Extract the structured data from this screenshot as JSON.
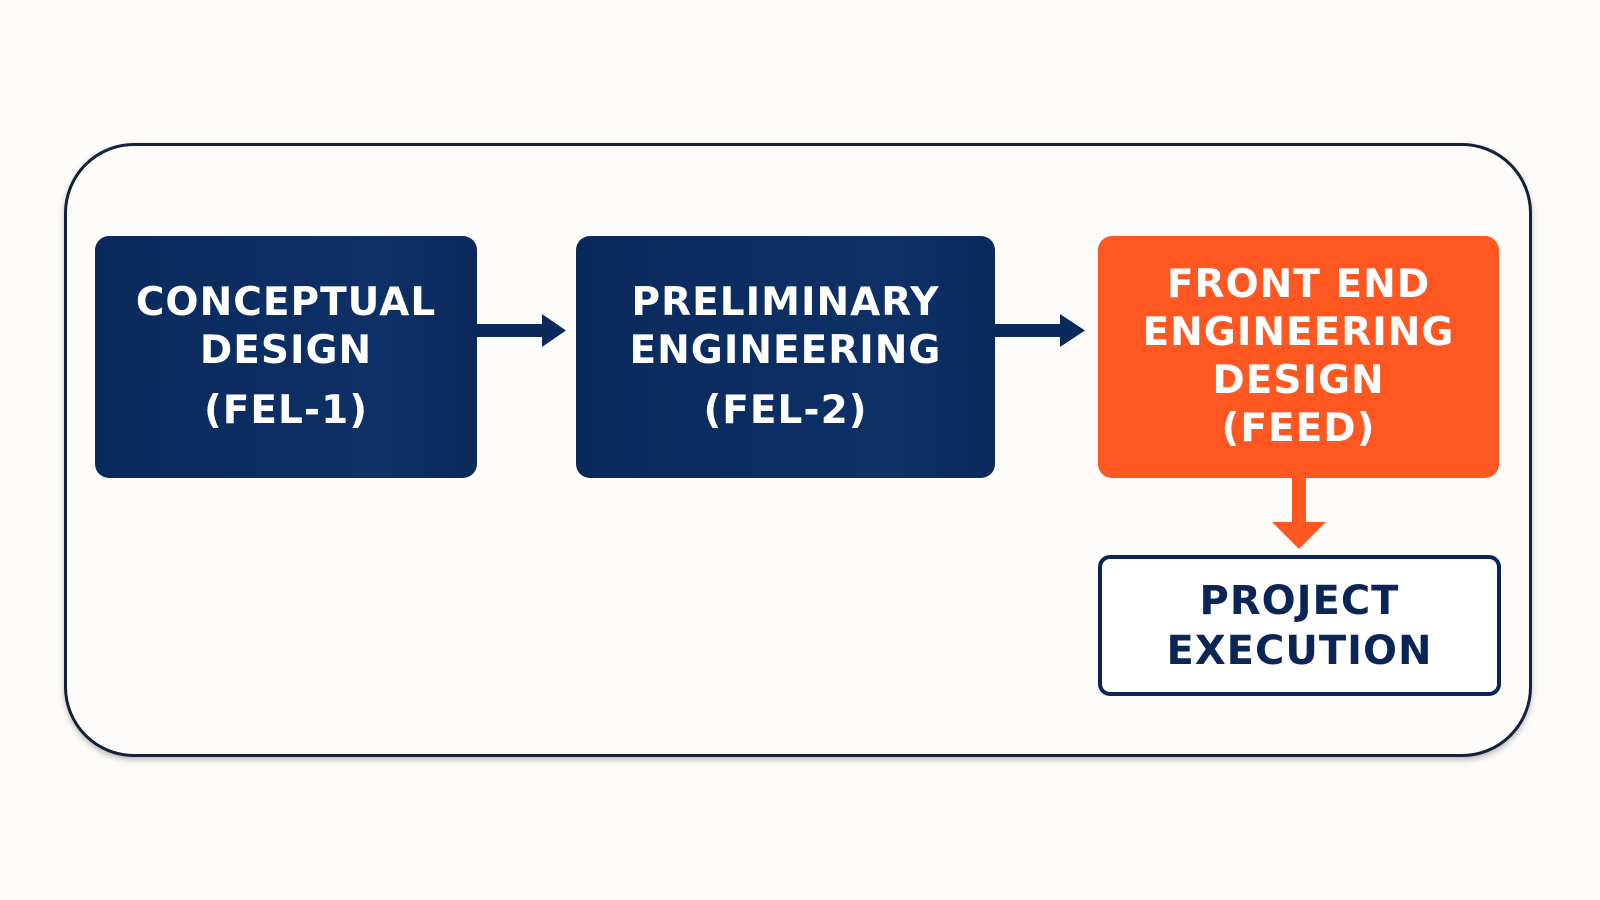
{
  "diagram": {
    "stages": [
      {
        "id": "fel1",
        "name": "CONCEPTUAL\nDESIGN",
        "code": "(FEL-1)"
      },
      {
        "id": "fel2",
        "name": "PRELIMINARY\nENGINEERING",
        "code": "(FEL-2)"
      },
      {
        "id": "feed",
        "name": "FRONT END\nENGINEERING\nDESIGN",
        "code": "(FEED)"
      },
      {
        "id": "execution",
        "name": "PROJECT\nEXECUTION"
      }
    ],
    "connections": [
      {
        "from": "fel1",
        "to": "fel2",
        "direction": "right"
      },
      {
        "from": "fel2",
        "to": "feed",
        "direction": "right"
      },
      {
        "from": "feed",
        "to": "execution",
        "direction": "down"
      }
    ],
    "colors": {
      "navy": "#0b2a5c",
      "orange": "#ff5722",
      "outline": "#0b2557",
      "frame": "#14213a"
    }
  }
}
